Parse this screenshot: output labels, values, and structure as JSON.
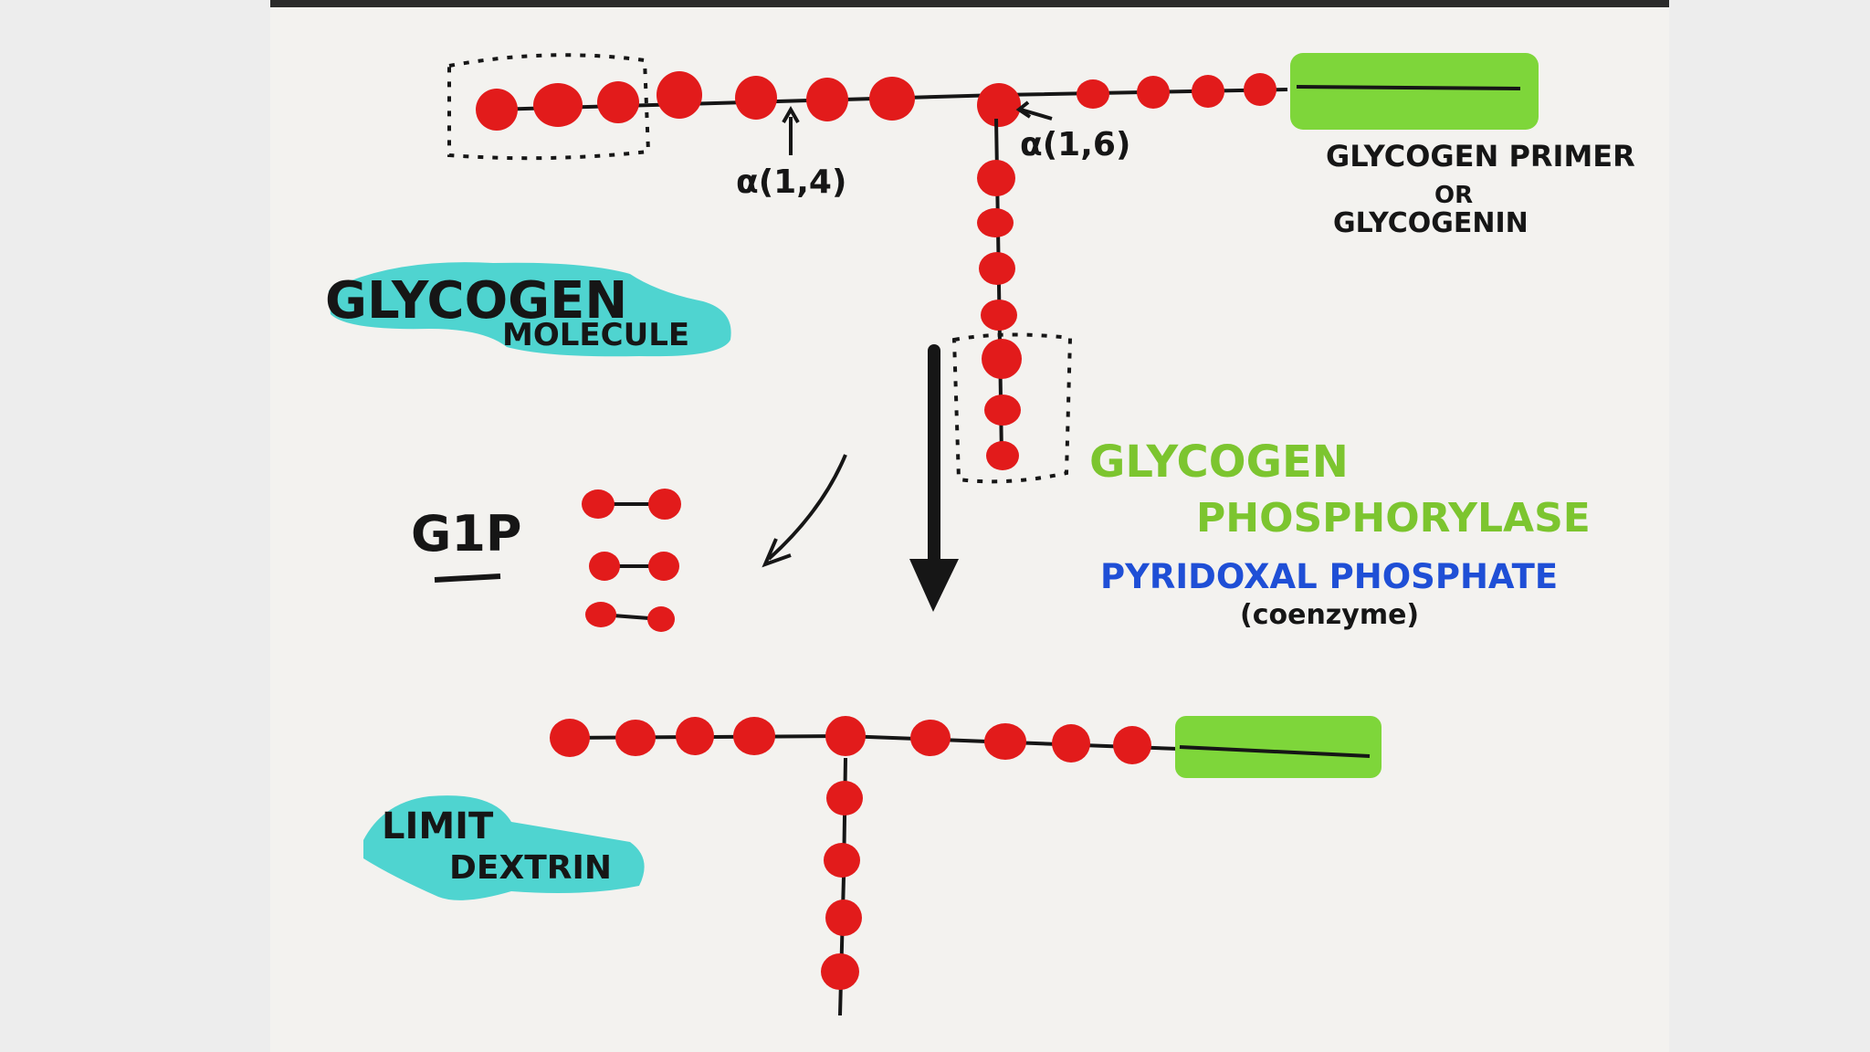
{
  "labels": {
    "glycogen_molecule_line1": "GLYCOGEN",
    "glycogen_molecule_line2": "MOLECULE",
    "alpha14": "α(1,4)",
    "alpha16": "α(1,6)",
    "primer_line1": "GLYCOGEN PRIMER",
    "primer_line2": "OR",
    "primer_line3": "GLYCOGENIN",
    "enzyme_line1": "GLYCOGEN",
    "enzyme_line2": "PHOSPHORYLASE",
    "cofactor_line1": "PYRIDOXAL PHOSPHATE",
    "cofactor_line2": "(coenzyme)",
    "g1p": "G1P",
    "limit_dextrin_line1": "LIMIT",
    "limit_dextrin_line2": "DEXTRIN"
  },
  "colors": {
    "glucose_unit": "#e21b1b",
    "primer": "#7ed63a",
    "highlight": "#4fd4d0",
    "enzyme_text": "#7cc52f",
    "cofactor_text": "#1f4fd6",
    "ink": "#161616"
  }
}
